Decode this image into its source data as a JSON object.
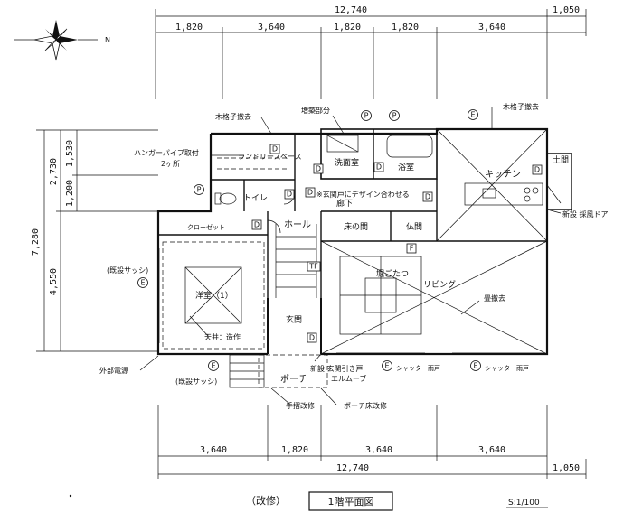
{
  "dimensions": {
    "top_total": "12,740",
    "top_right": "1,050",
    "top_segments": [
      "1,820",
      "3,640",
      "1,820",
      "1,820",
      "3,640"
    ],
    "bottom_total": "12,740",
    "bottom_right": "1,050",
    "bottom_segments": [
      "3,640",
      "1,820",
      "3,640",
      "3,640"
    ],
    "left_total": "7,280",
    "left_upper_a": "2,730",
    "left_upper_b": "1,530",
    "left_upper_c": "1,200",
    "left_lower": "4,550"
  },
  "north_label": "N",
  "rooms": {
    "laundry": "ランドリースペース",
    "toilet": "トイレ",
    "washroom": "洗面室",
    "bath": "浴室",
    "kitchen": "キッチン",
    "earth_floor": "土間",
    "closet": "クローゼット",
    "hall": "ホール",
    "tokonoma": "床の間",
    "butsuma": "仏間",
    "corridor": "廊下",
    "western_room": "洋室（1）",
    "hori_kotatsu": "堀ごたつ",
    "living": "リビング",
    "genkan": "玄関",
    "porch": "ポーチ"
  },
  "annotations": {
    "lattice_left": "木格子撤去",
    "lattice_right": "木格子撤去",
    "extension": "増築部分",
    "hanger_pipe_1": "ハンガーパイプ取付",
    "hanger_pipe_2": "2ヶ所",
    "design_door": "※玄関戸にデザイン合わせる",
    "existing_sash_1": "(既設サッシ)",
    "existing_sash_2": "(既設サッシ)",
    "external_power": "外部電源",
    "ceiling": "天井：造作",
    "new_sliding_1": "新設 玄関引き戸",
    "new_sliding_2": "エルムーブ",
    "shutter_1": "シャッター雨戸",
    "shutter_2": "シャッター雨戸",
    "tatami_removal": "畳撤去",
    "lighting_door": "新設 採風ドア",
    "handrail": "手摺改修",
    "porch_floor": "ポーチ床改修"
  },
  "symbols": {
    "P": "P",
    "D": "D",
    "E": "E",
    "F": "F",
    "TF": "TF"
  },
  "footer": {
    "revision": "（改修）",
    "title": "1階平面図",
    "scale": "S:1/100"
  }
}
